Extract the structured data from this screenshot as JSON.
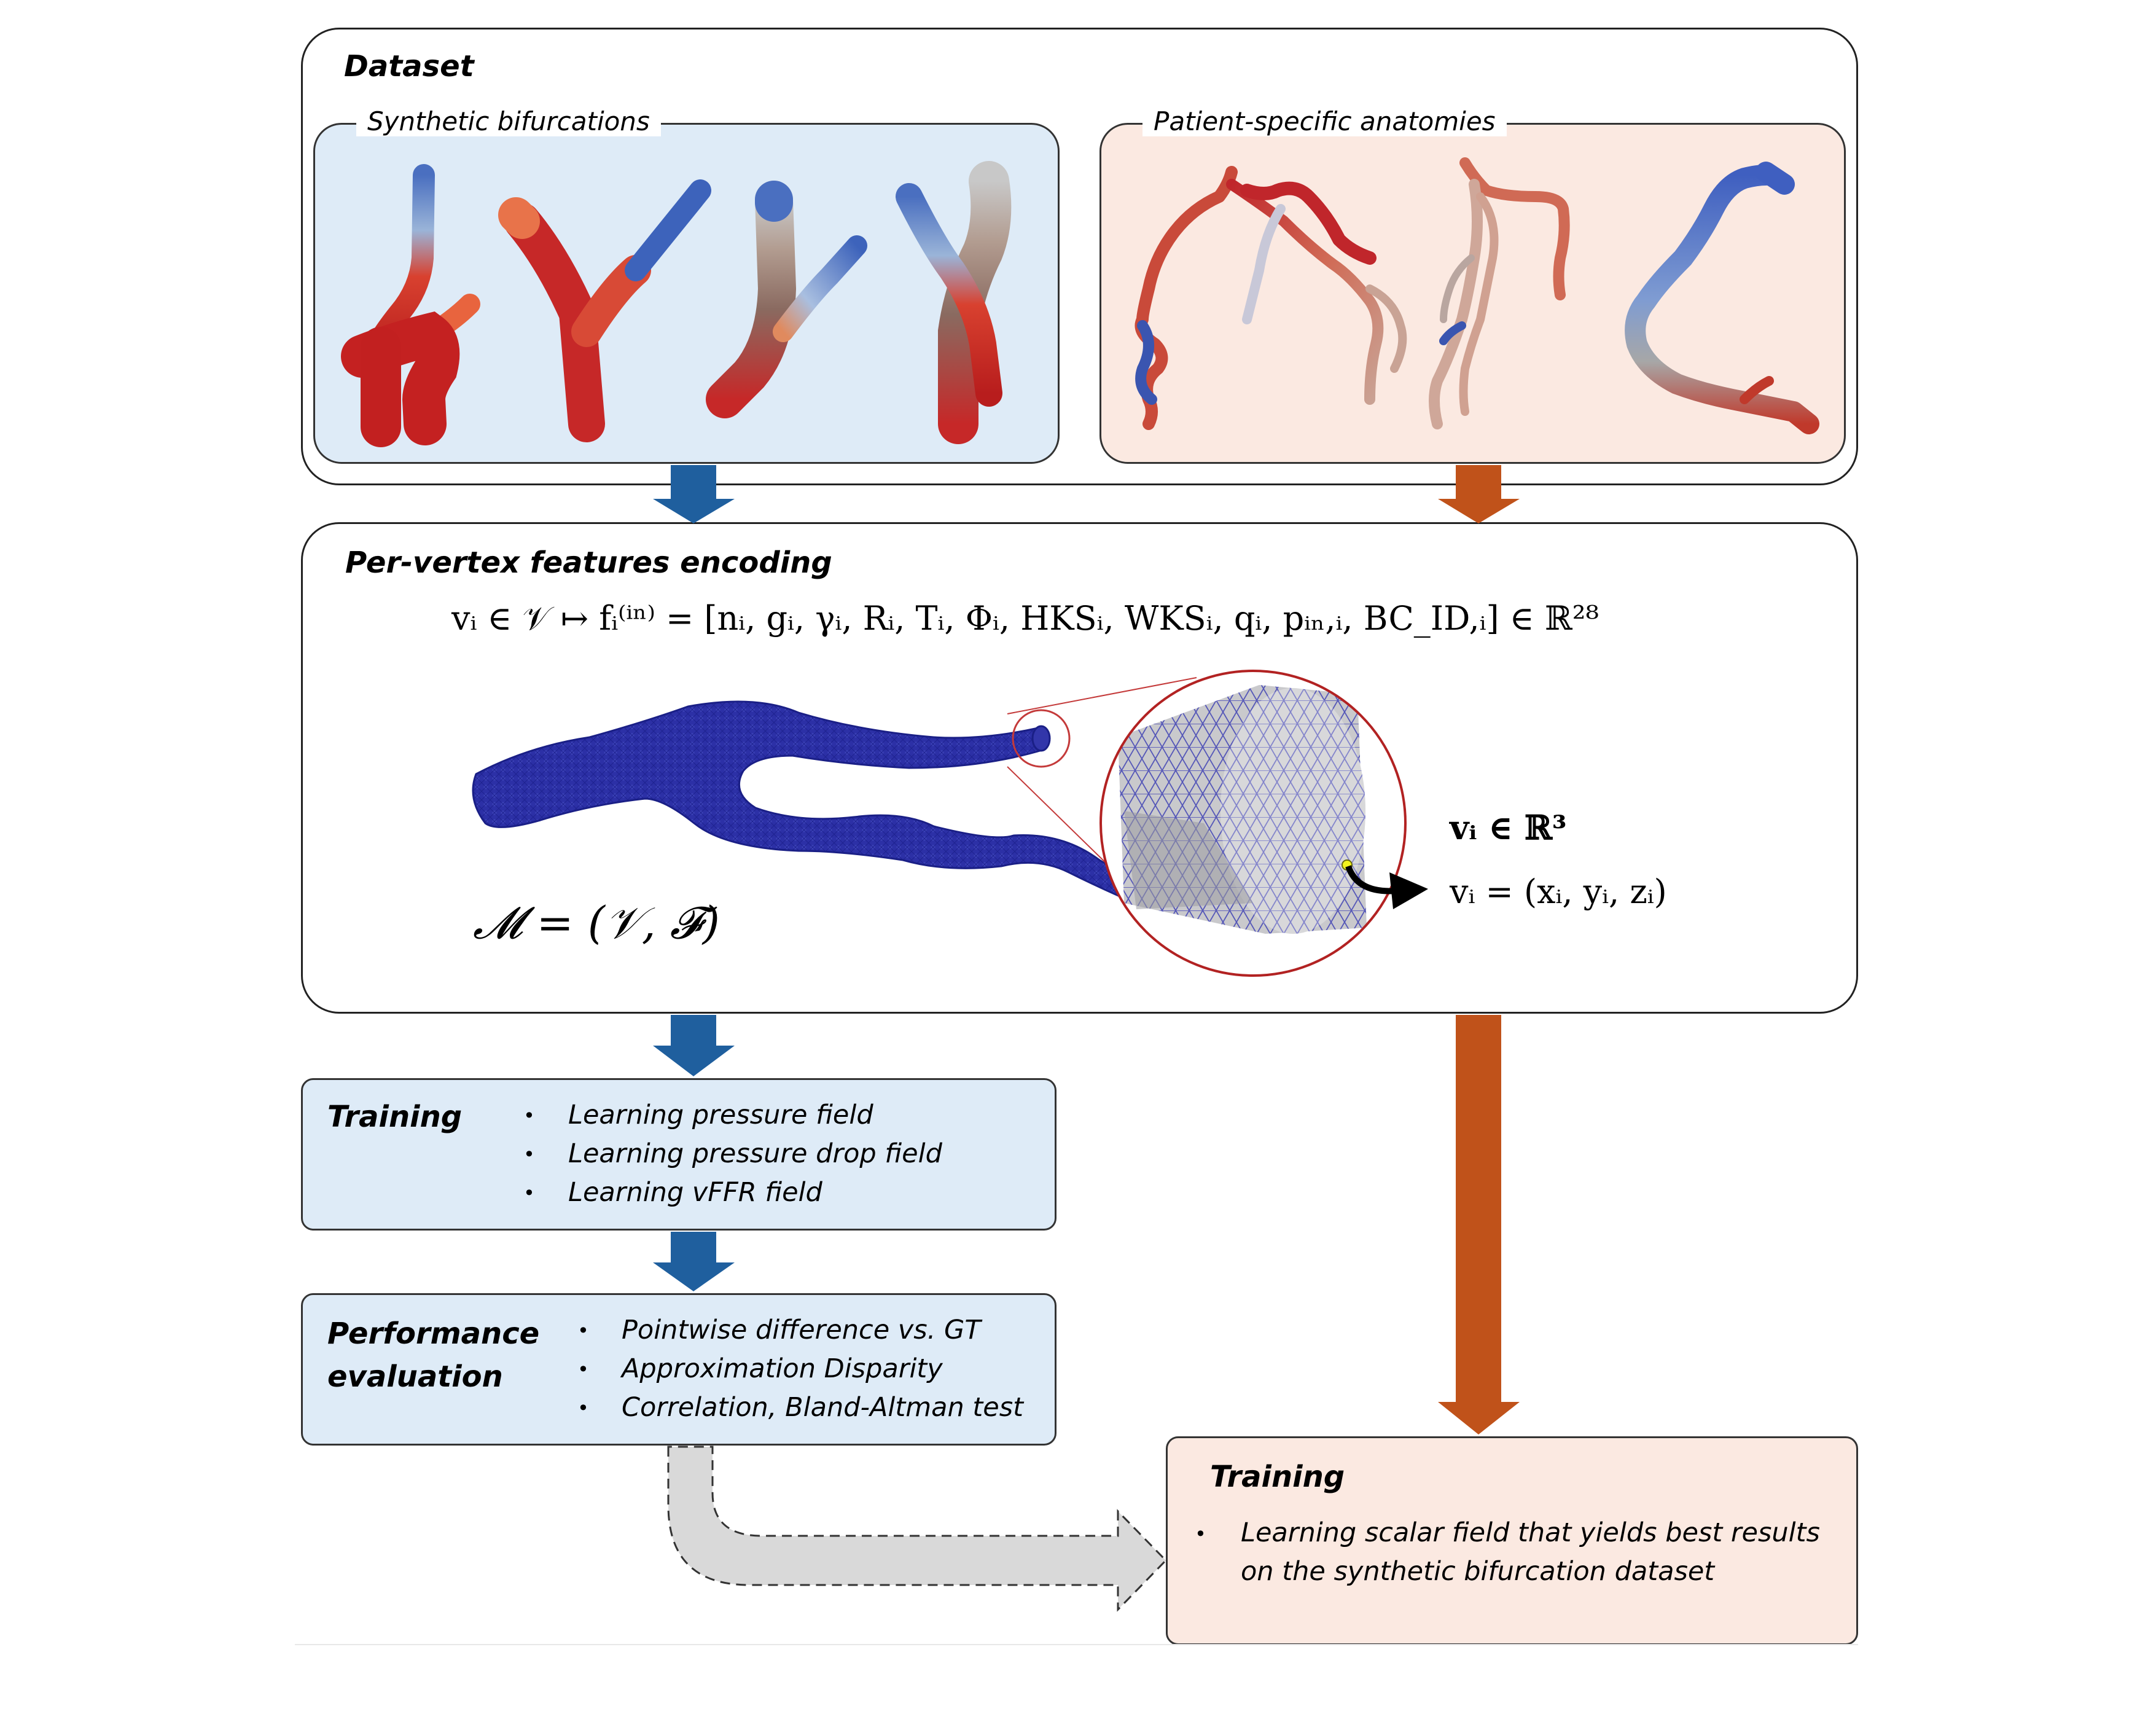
{
  "dataset": {
    "title": "Dataset",
    "synthetic_label": "Synthetic bifurcations",
    "patient_label": "Patient-specific anatomies"
  },
  "encoding": {
    "title": "Per-vertex features encoding",
    "feature_formula": "vᵢ ∈ 𝒱 ↦ fᵢ⁽ⁱⁿ⁾ = [nᵢ, gᵢ, γᵢ, Rᵢ, Tᵢ, Φᵢ, HKSᵢ, WKSᵢ, qᵢ, pᵢₙ,ᵢ, BC_ID,ᵢ] ∈ ℝ²⁸",
    "mesh_formula": "𝓜 = (𝒱, 𝓕)",
    "vertex_label": "vᵢ",
    "vertex_space": "vᵢ ∈ ℝ³",
    "vertex_coords": "vᵢ = (xᵢ, yᵢ, zᵢ)"
  },
  "training_left": {
    "title": "Training",
    "items": [
      "Learning pressure field",
      "Learning pressure drop field",
      "Learning vFFR field"
    ]
  },
  "performance": {
    "title_line1": "Performance",
    "title_line2": "evaluation",
    "items": [
      "Pointwise difference vs. GT",
      "Approximation Disparity",
      "Correlation, Bland-Altman test"
    ]
  },
  "training_right": {
    "title": "Training",
    "items": [
      "Learning scalar field that yields best results",
      "on the synthetic bifurcation dataset"
    ]
  },
  "colors": {
    "blue_arrow": "#1f5f9e",
    "orange_arrow": "#c0521a",
    "blue_box": "#deebf7",
    "peach_box": "#fbe9e1",
    "mesh_blue": "#2a2ea8",
    "zoom_red": "#b22222"
  }
}
